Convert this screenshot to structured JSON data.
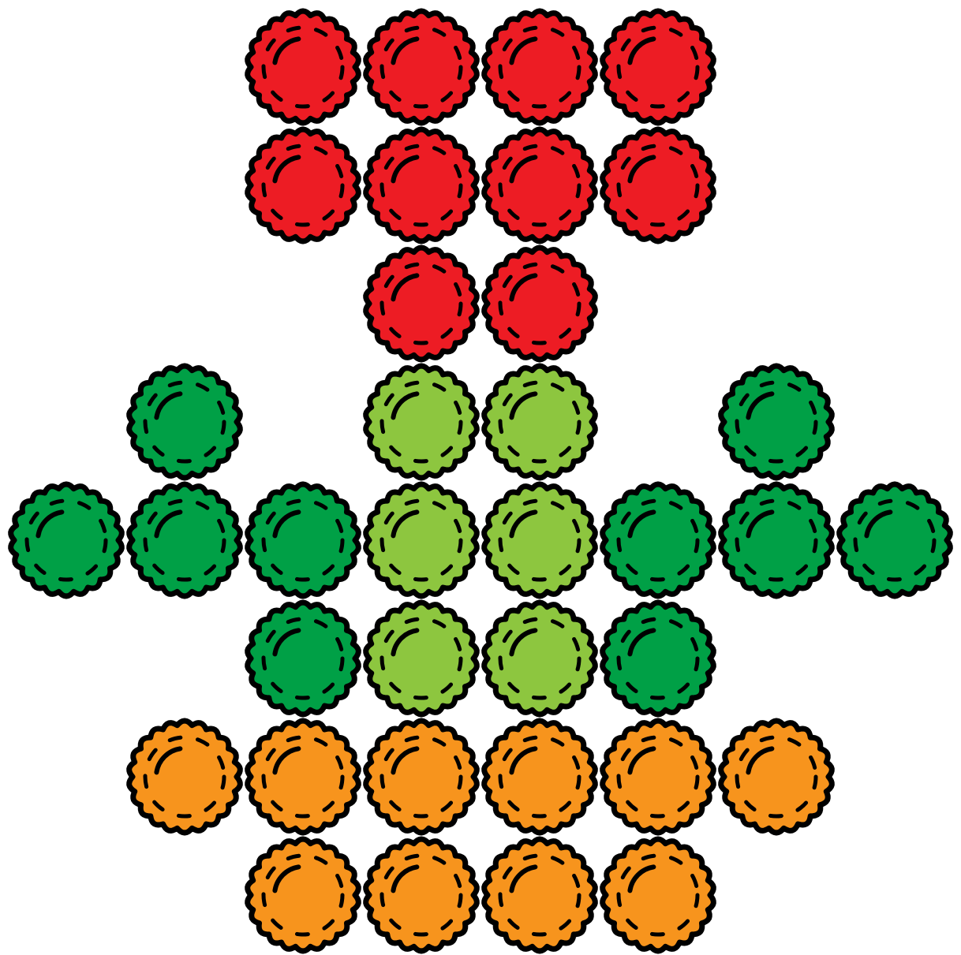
{
  "picture": {
    "kind": "bead-pattern",
    "colors": {
      "red": "#ed1c24",
      "dark_green": "#00a046",
      "light_green": "#8dc63f",
      "orange": "#f7941d",
      "outline": "#000000",
      "background": "#ffffff"
    },
    "rows": [
      {
        "beads": [
          "red",
          "red",
          "red",
          "red"
        ]
      },
      {
        "beads": [
          "red",
          "red",
          "red",
          "red"
        ]
      },
      {
        "beads": [
          "red",
          "red"
        ]
      },
      {
        "beads": [
          "dark_green",
          "light_green",
          "light_green",
          "dark_green"
        ]
      },
      {
        "beads": [
          "dark_green",
          "dark_green",
          "dark_green",
          "light_green",
          "light_green",
          "dark_green",
          "dark_green",
          "dark_green"
        ]
      },
      {
        "beads": [
          "dark_green",
          "light_green",
          "light_green",
          "dark_green"
        ]
      },
      {
        "beads": [
          "orange",
          "orange",
          "orange",
          "orange",
          "orange",
          "orange"
        ]
      },
      {
        "beads": [
          "orange",
          "orange",
          "orange",
          "orange"
        ]
      }
    ]
  }
}
